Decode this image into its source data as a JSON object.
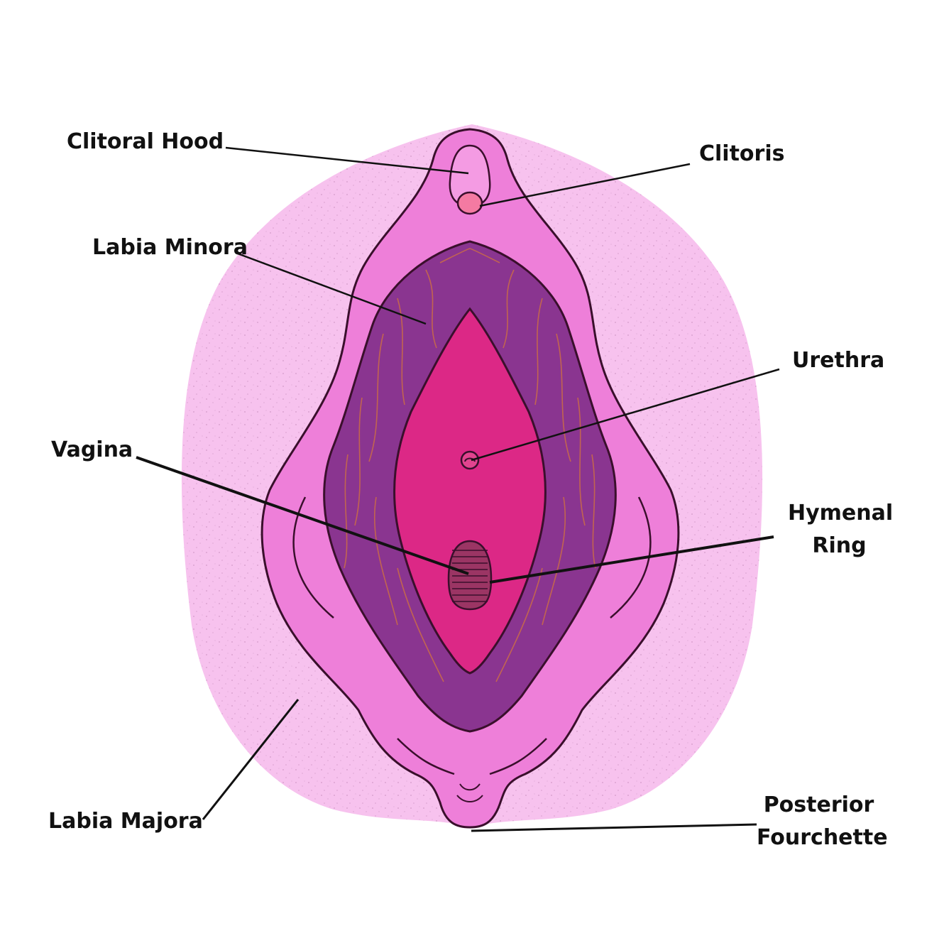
{
  "labels": {
    "clitoral_hood": "Clitoral Hood",
    "clitoris": "Clitoris",
    "labia_minora": "Labia Minora",
    "urethra": "Urethra",
    "vagina": "Vagina",
    "hymenal_ring_line1": "Hymenal",
    "hymenal_ring_line2": "Ring",
    "labia_majora": "Labia Majora",
    "posterior_fourchette_line1": "Posterior",
    "posterior_fourchette_line2": "Fourchette"
  },
  "colors": {
    "labia_majora_halo": "#f7c2ee",
    "labia_majora_outer": "#ee7fd9",
    "labia_minora": "#8a3590",
    "vestibule": "#dc2886",
    "clitoris": "#f47aa2",
    "outline": "#3a0f2c",
    "leader_line": "#111111"
  }
}
